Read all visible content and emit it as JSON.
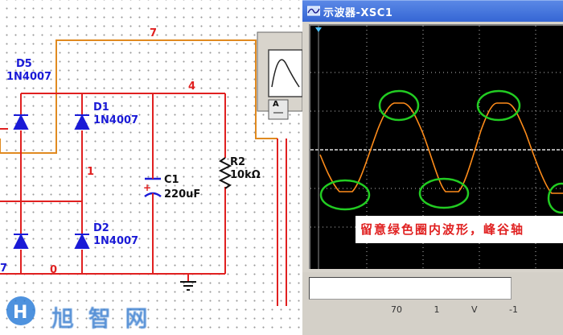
{
  "schematic": {
    "components": {
      "d5": {
        "name": "D5",
        "part": "1N4007"
      },
      "d1": {
        "name": "D1",
        "part": "1N4007"
      },
      "d2": {
        "name": "D2",
        "part": "1N4007"
      },
      "c1": {
        "name": "C1",
        "value": "220uF",
        "polarity": "+"
      },
      "r2": {
        "name": "R2",
        "value": "10kΩ"
      }
    },
    "nets": {
      "n7": "7",
      "n4": "4",
      "n1": "1",
      "n0": "0",
      "n7b": "7"
    },
    "instrument_label": "A"
  },
  "scope": {
    "title": "示波器-XSC1",
    "annotation": "留意绿色圈内波形，峰谷轴",
    "panel": {
      "v1": "70",
      "v2": "1",
      "v3": "V",
      "v4": "-1"
    }
  },
  "watermark": {
    "text": "旭 智 网"
  },
  "colors": {
    "wire_red": "#e02020",
    "wire_orange": "#e08a20",
    "trace": "#ff8c1a",
    "highlight": "#22cc22",
    "label_blue": "#1a1ad6"
  }
}
